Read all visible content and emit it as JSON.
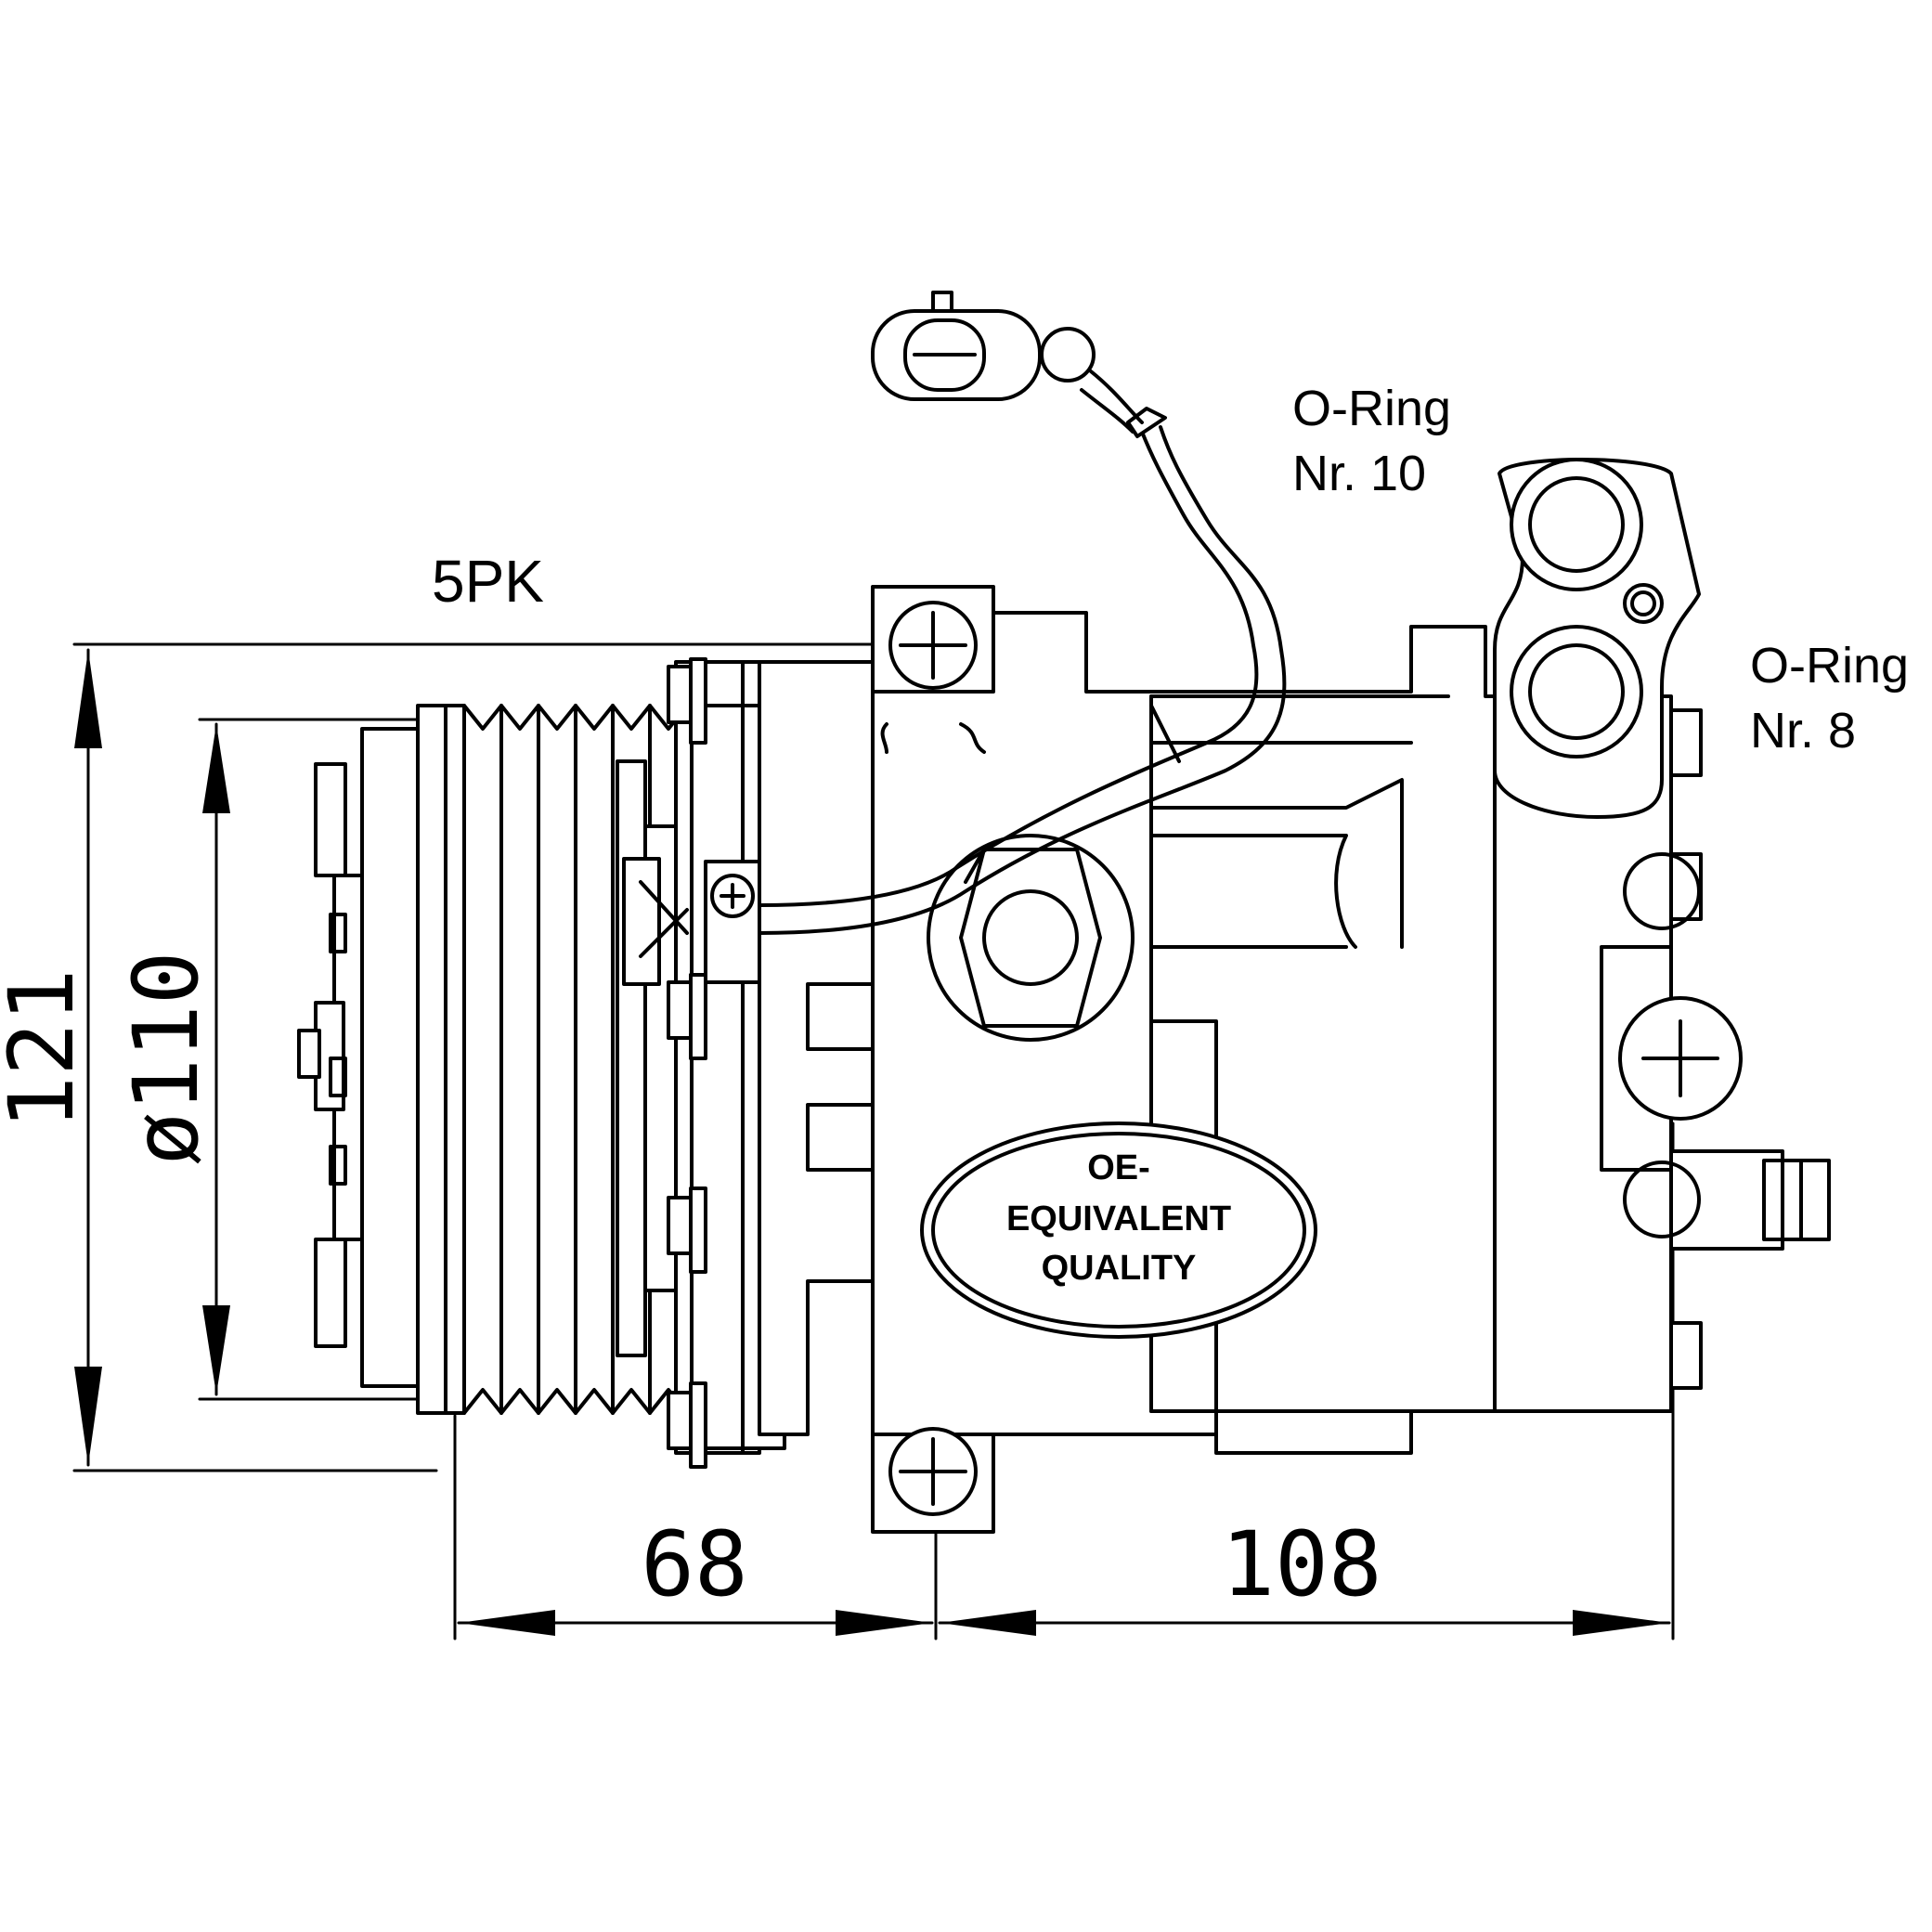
{
  "labels": {
    "belt": "5PK",
    "oring_top_line1": "O-Ring",
    "oring_top_line2": "Nr. 10",
    "oring_right_line1": "O-Ring",
    "oring_right_line2": "Nr. 8"
  },
  "dimensions": {
    "height": "121",
    "pulley_diameter": "ø110",
    "pulley_to_mount": "68",
    "mount_to_back": "108"
  },
  "badge": {
    "line1": "OE-",
    "line2": "EQUIVALENT",
    "line3": "QUALITY"
  }
}
